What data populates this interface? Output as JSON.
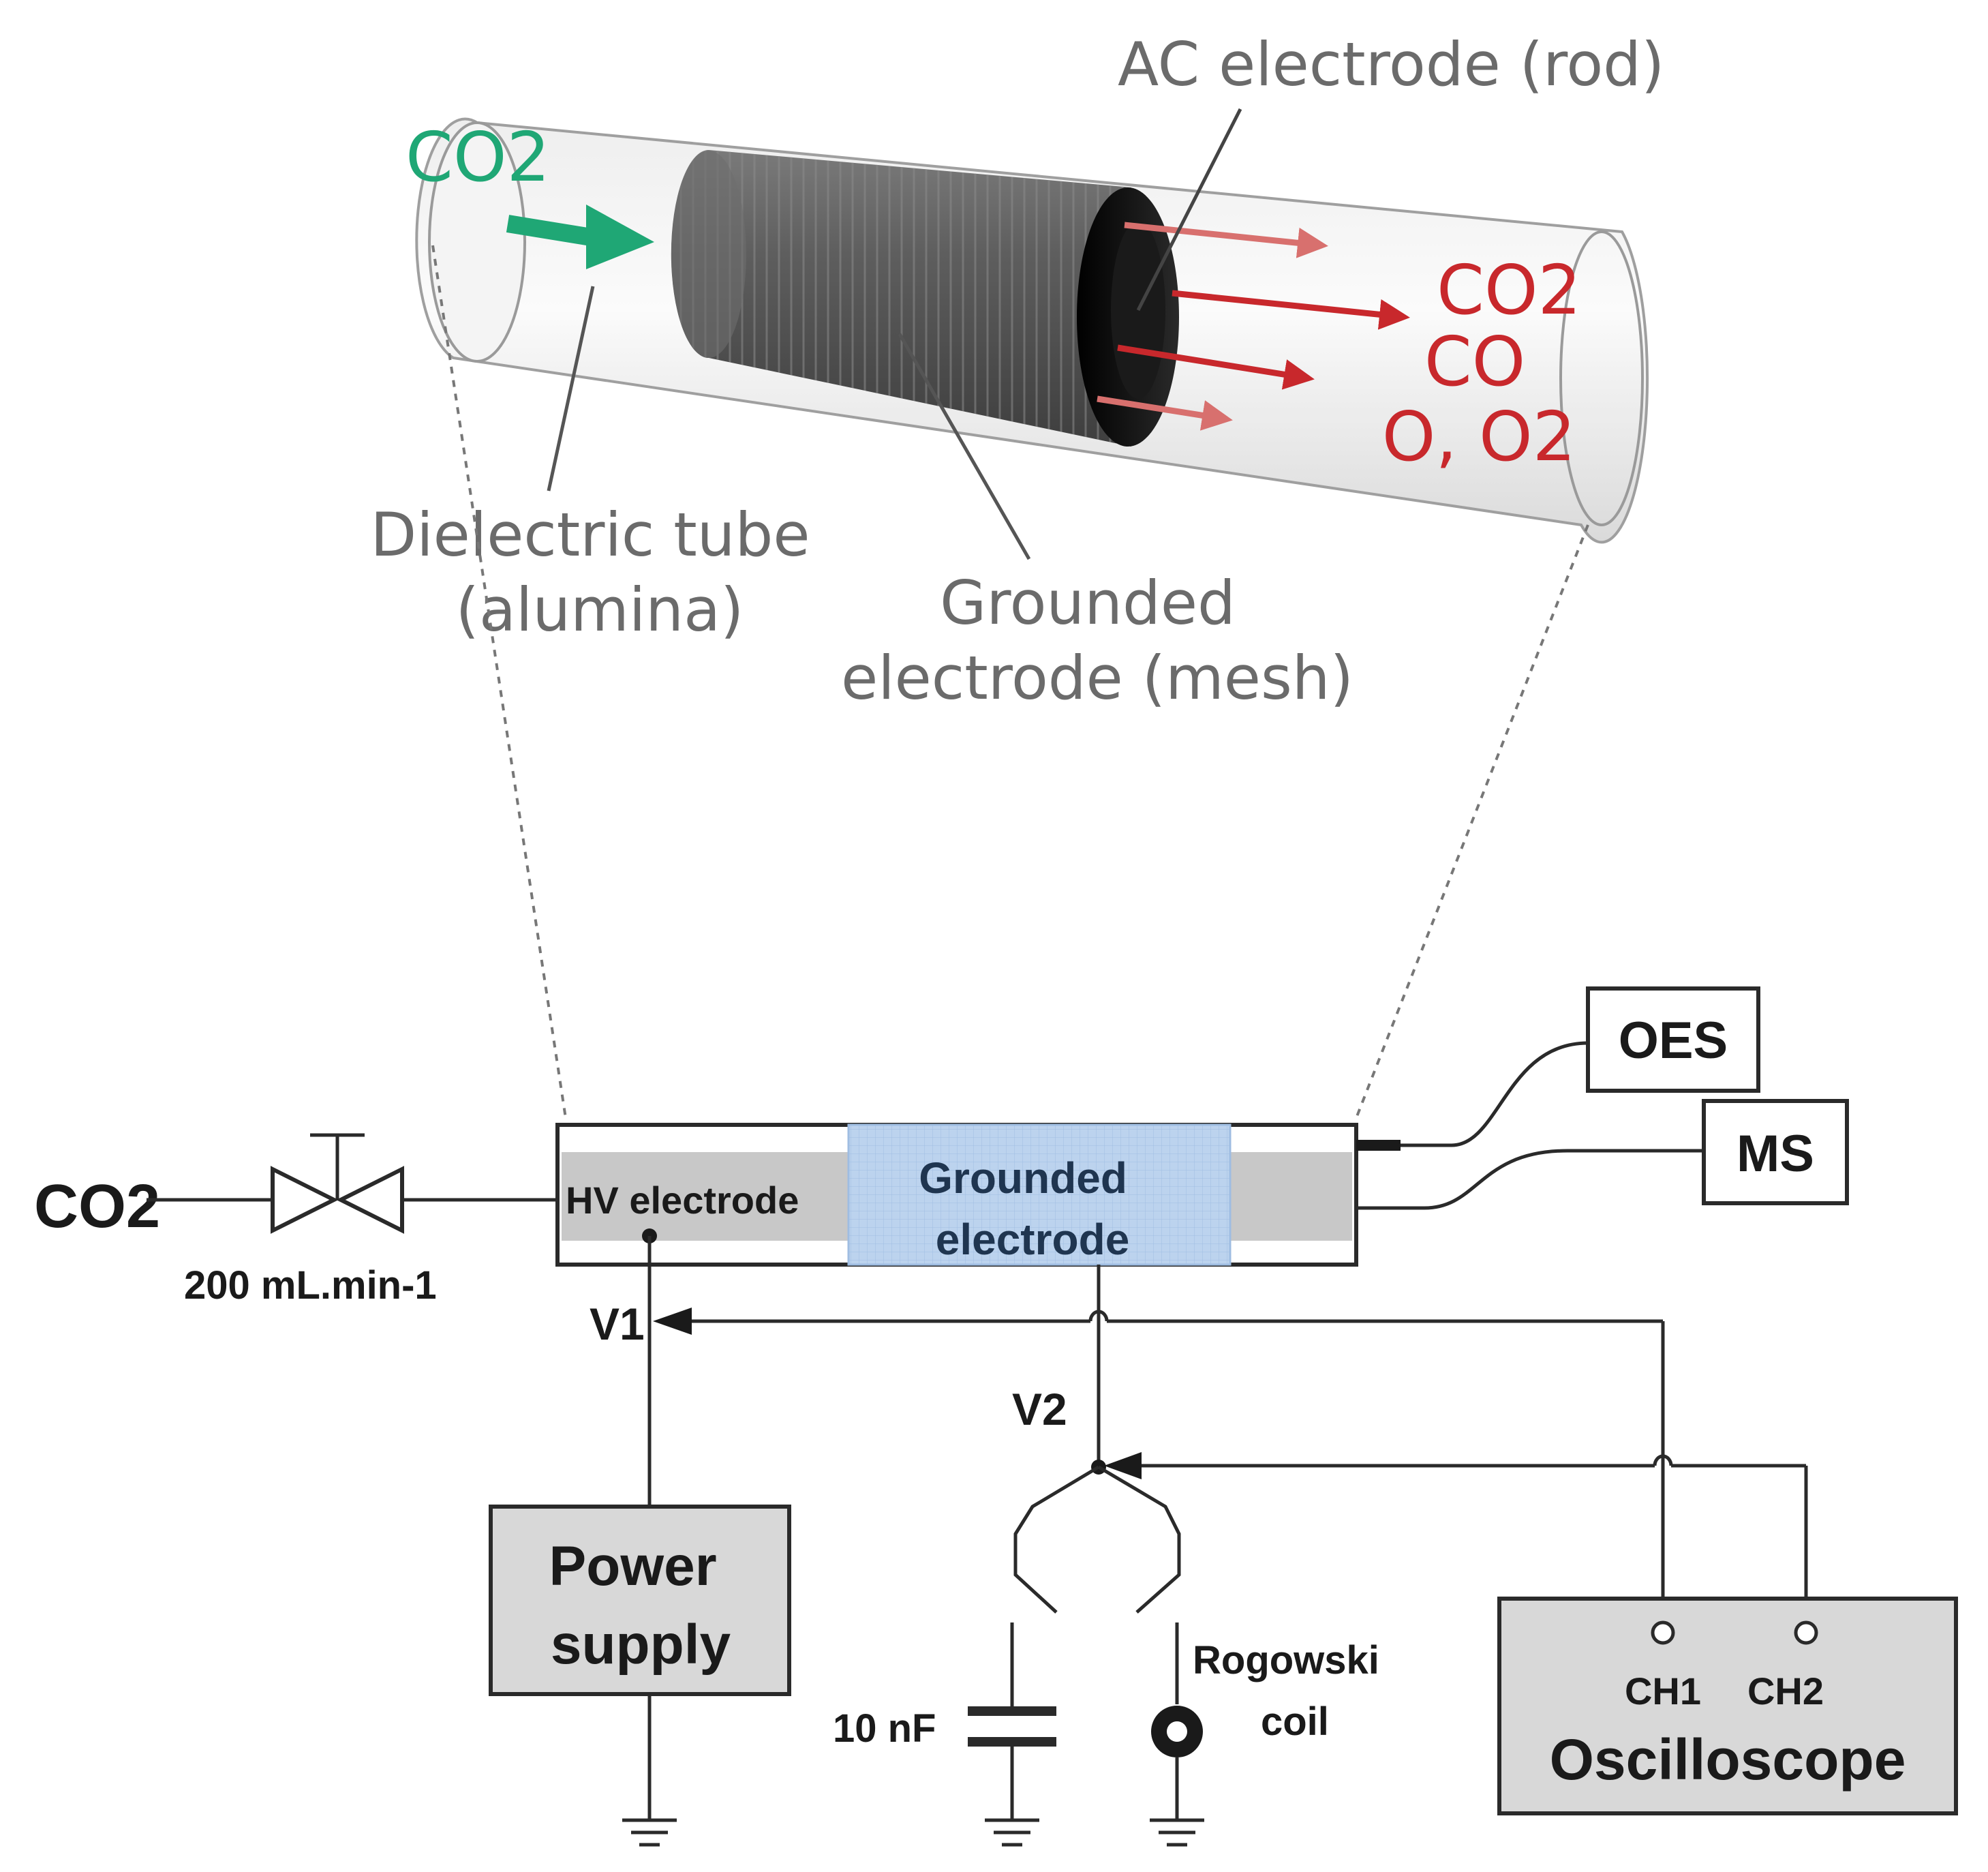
{
  "reactor_view": {
    "inlet_gas": "CO2",
    "ac_electrode_label": "AC electrode (rod)",
    "dielectric_tube_label": [
      "Dielectric tube",
      "(alumina)"
    ],
    "grounded_mesh_label": [
      "Grounded",
      "electrode (mesh)"
    ],
    "products": [
      "CO2",
      "CO",
      "O, O2"
    ]
  },
  "circuit": {
    "inlet_gas": "CO2",
    "flow_rate": "200 mL.min-1",
    "hv_electrode": "HV electrode",
    "grounded_electrode": [
      "Grounded",
      "electrode"
    ],
    "oes": "OES",
    "ms": "MS",
    "v1": "V1",
    "v2": "V2",
    "power_supply": [
      "Power",
      "supply"
    ],
    "capacitor": "10 nF",
    "rogowski": [
      "Rogowski",
      "coil"
    ],
    "ch1": "CH1",
    "ch2": "CH2",
    "oscilloscope": "Oscilloscope"
  },
  "colors": {
    "inlet_green": "#1fa775",
    "product_red": "#c8282c",
    "grounded_blue": "#bcd3ee"
  }
}
